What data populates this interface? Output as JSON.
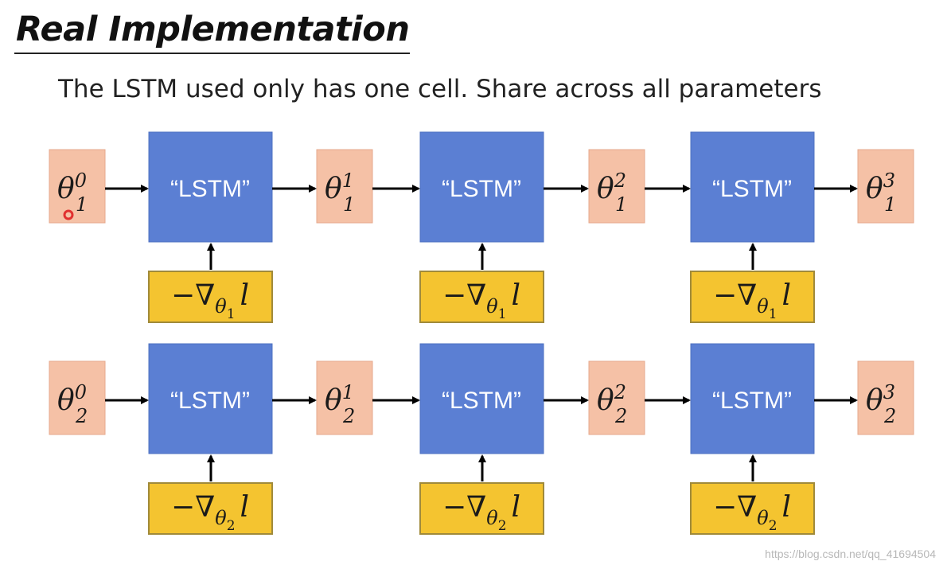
{
  "title": "Real Implementation",
  "subtitle": "The LSTM used only has one cell. Share across all parameters",
  "lstm_label": "“LSTM”",
  "theta_symbol": "θ",
  "grad_prefix": "−∇",
  "grad_loss": "l",
  "rows": [
    {
      "param_index": "1",
      "thetas": [
        {
          "sub": "1",
          "sup": "0"
        },
        {
          "sub": "1",
          "sup": "1"
        },
        {
          "sub": "1",
          "sup": "2"
        },
        {
          "sub": "1",
          "sup": "3"
        }
      ]
    },
    {
      "param_index": "2",
      "thetas": [
        {
          "sub": "2",
          "sup": "0"
        },
        {
          "sub": "2",
          "sup": "1"
        },
        {
          "sub": "2",
          "sup": "2"
        },
        {
          "sub": "2",
          "sup": "3"
        }
      ]
    }
  ],
  "watermark": "https://blog.csdn.net/qq_41694504",
  "colors": {
    "theta_fill": "#f5c1a6",
    "lstm_fill": "#5b7fd3",
    "grad_fill": "#f4c430",
    "arrow": "#000000"
  }
}
